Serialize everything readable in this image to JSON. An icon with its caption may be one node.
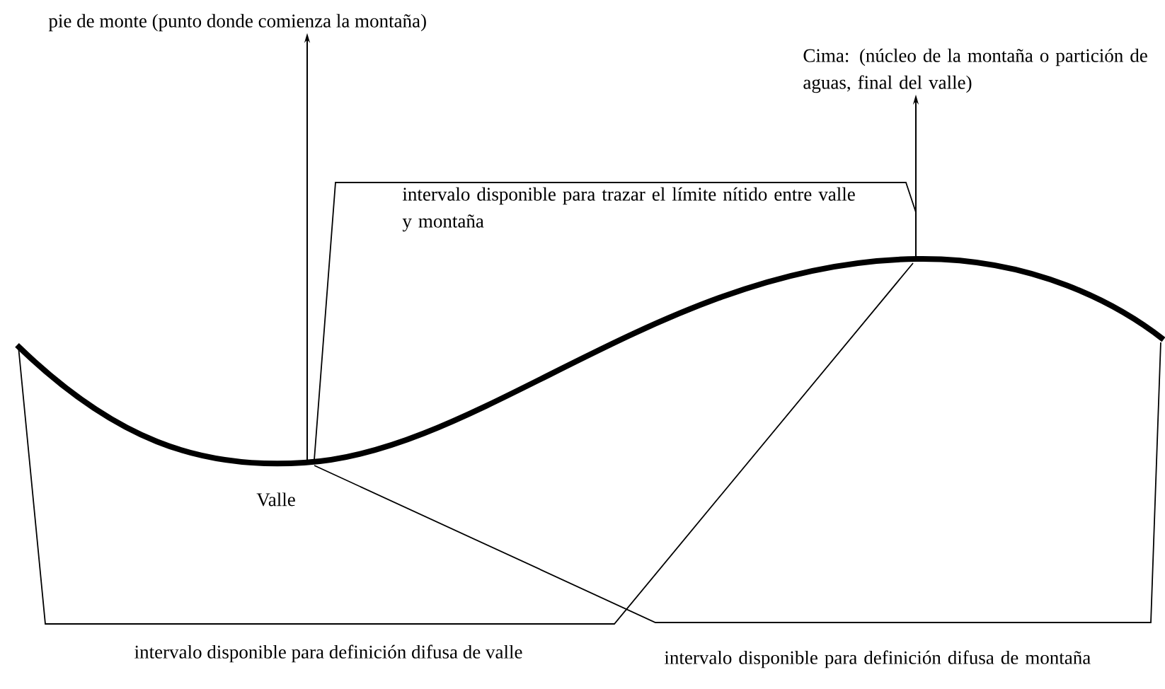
{
  "diagram": {
    "nodes": [
      {
        "text": [
          "pie de monte (punto donde comienza la montaña)"
        ]
      },
      {
        "text": [
          "Cima: (núcleo de la montaña o partición de aguas, final del valle)"
        ]
      },
      {
        "text": [
          "intervalo disponible para trazar el límite nítido entre valle y montaña"
        ]
      },
      {
        "text": [
          "Valle"
        ]
      },
      {
        "text": [
          "intervalo disponible para definición difusa de valle"
        ]
      },
      {
        "text": [
          "intervalo disponible para definición difusa de montaña"
        ]
      }
    ],
    "edges": [
      {
        "from": null,
        "to": 0,
        "arrow": "to"
      },
      {
        "from": null,
        "to": 1,
        "arrow": "to"
      }
    ]
  }
}
